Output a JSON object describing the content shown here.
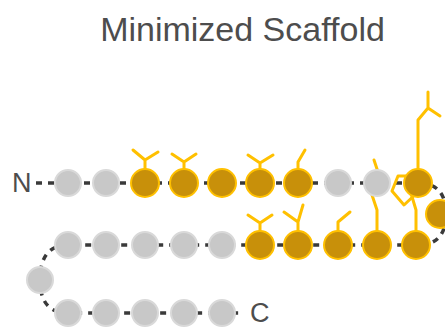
{
  "diagram": {
    "title": "Minimized Scaffold",
    "labels": [
      "N",
      "C"
    ]
  }
}
